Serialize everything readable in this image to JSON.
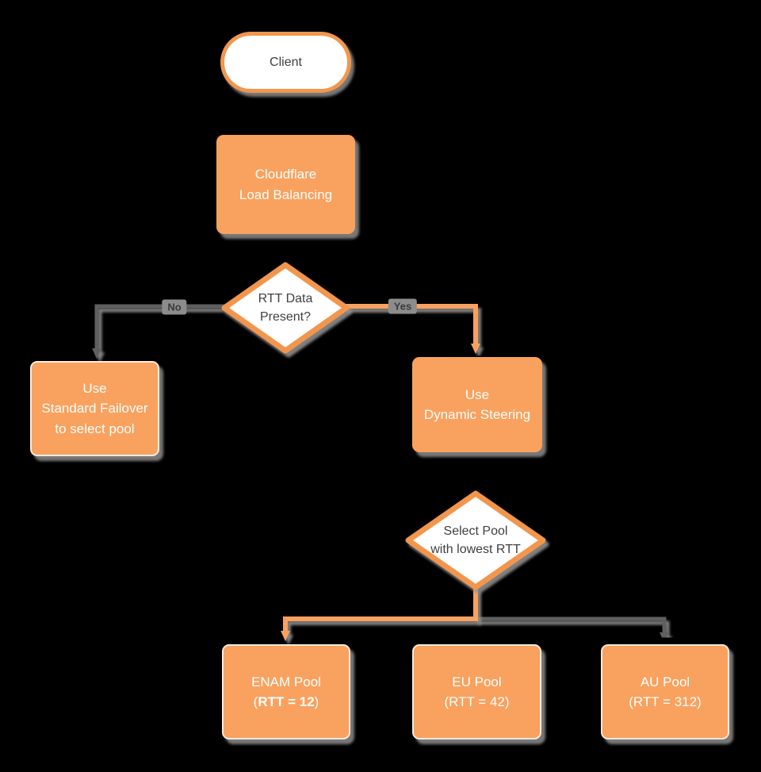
{
  "diagram": {
    "title": "Cloudflare Load Balancing dynamic steering flowchart",
    "colors": {
      "background": "#000000",
      "shape_orange": "#F9A15E",
      "border_orange": "#F2964D",
      "connector_gray": "#5E5E5E",
      "shadow_gray": "#969696",
      "text_dark": "#3F3F3F",
      "text_light": "#FFFFFF",
      "edge_label_bg": "#8C8C8C"
    },
    "nodes": {
      "client": {
        "label": "Client"
      },
      "load_balancer": {
        "label": "Cloudflare\nLoad Balancing"
      },
      "rtt_decision": {
        "label": "RTT Data\nPresent?"
      },
      "standard_failover": {
        "label": "Use\nStandard Failover\nto select pool"
      },
      "dynamic_steering": {
        "label": "Use\nDynamic Steering"
      },
      "select_pool": {
        "label": "Select Pool\nwith lowest RTT"
      },
      "enam_pool": {
        "name": "ENAM Pool",
        "rtt_prefix": "(",
        "rtt_value": "RTT = 12",
        "rtt_suffix": ")"
      },
      "eu_pool": {
        "name": "EU Pool",
        "rtt": "(RTT = 42)"
      },
      "au_pool": {
        "name": "AU Pool",
        "rtt": "(RTT = 312)"
      }
    },
    "edge_labels": {
      "no": "No",
      "yes": "Yes"
    }
  }
}
